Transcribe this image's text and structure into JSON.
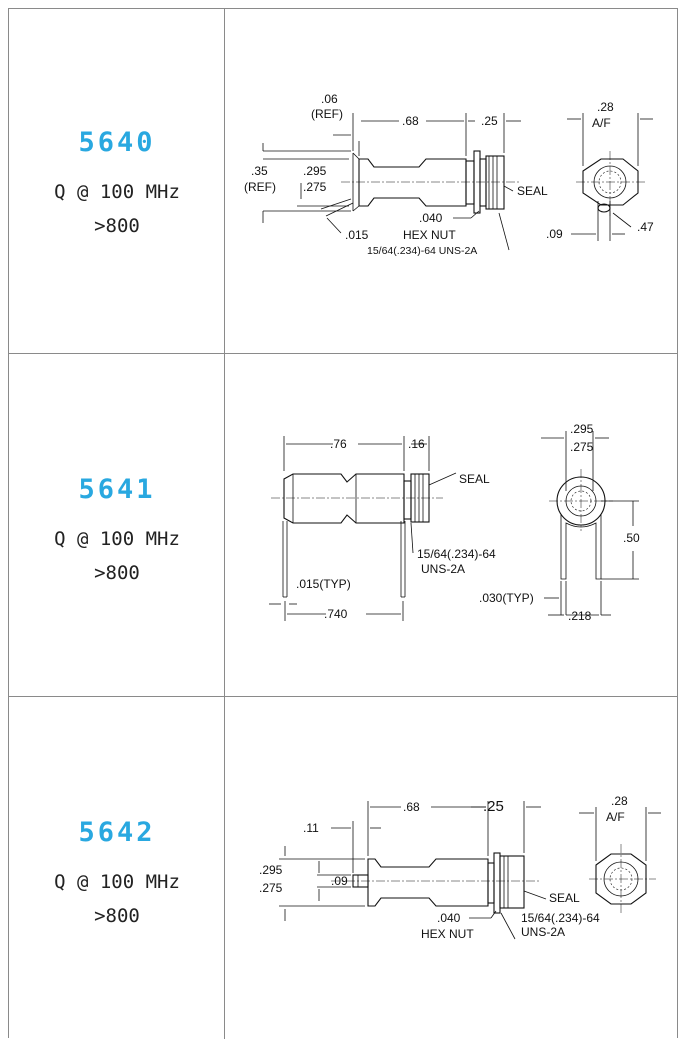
{
  "rows": [
    {
      "part_number": "5640",
      "q_label": "Q @ 100 MHz",
      "q_value": ">800",
      "dims": {
        "ref1": ".06",
        "ref1b": "(REF)",
        "len": ".68",
        "len2": ".25",
        "d35": ".35",
        "d35b": "(REF)",
        "d295": ".295",
        "d275": ".275",
        "d015": ".015",
        "d040": ".040",
        "hexnut": "HEX NUT",
        "thread": "15/64(.234)-64 UNS-2A",
        "seal": "SEAL",
        "af_val": ".28",
        "af": "A/F",
        "d09": ".09",
        "d47": ".47"
      }
    },
    {
      "part_number": "5641",
      "q_label": "Q @ 100 MHz",
      "q_value": ">800",
      "dims": {
        "len": ".76",
        "len2": ".16",
        "seal": "SEAL",
        "thread1": "15/64(.234)-64",
        "thread2": "UNS-2A",
        "d015typ": ".015(TYP)",
        "d740": ".740",
        "d295": ".295",
        "d275": ".275",
        "d50": ".50",
        "d030typ": ".030(TYP)",
        "d218": ".218"
      }
    },
    {
      "part_number": "5642",
      "q_label": "Q @ 100 MHz",
      "q_value": ">800",
      "dims": {
        "len": ".68",
        "len2": ".25",
        "d11": ".11",
        "d295": ".295",
        "d275": ".275",
        "d09": ".09",
        "d040": ".040",
        "hexnut": "HEX NUT",
        "thread1": "15/64(.234)-64",
        "thread2": "UNS-2A",
        "seal": "SEAL",
        "af_val": ".28",
        "af": "A/F"
      }
    }
  ]
}
